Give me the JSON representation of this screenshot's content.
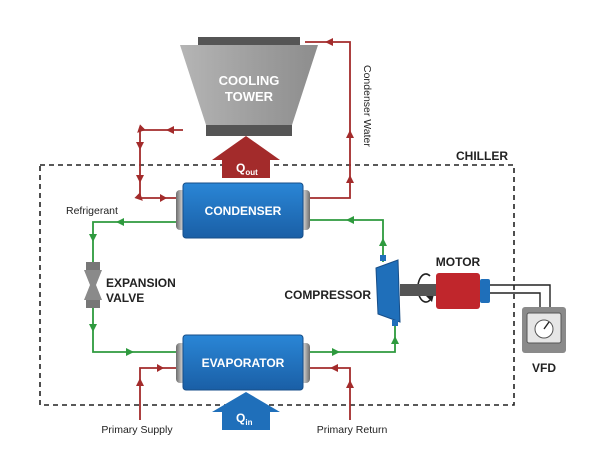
{
  "labels": {
    "cooling_tower_line1": "COOLING",
    "cooling_tower_line2": "TOWER",
    "condenser_water": "Condenser Water",
    "chiller": "CHILLER",
    "refrigerant": "Refrigerant",
    "condenser": "CONDENSER",
    "expansion_line1": "EXPANSION",
    "expansion_line2": "VALVE",
    "motor": "MOTOR",
    "compressor": "COMPRESSOR",
    "evaporator": "EVAPORATOR",
    "vfd": "VFD",
    "primary_supply": "Primary Supply",
    "primary_return": "Primary Return",
    "q_out_main": "Q",
    "q_out_sub": "out",
    "q_in_main": "Q",
    "q_in_sub": "in"
  },
  "colors": {
    "water": "#a32b2b",
    "refrigerant": "#2e9a3e",
    "hx_blue": "#1f6fba",
    "motor_red": "#c0262c",
    "tower_gray": "#9a9a9a",
    "dark": "#222222"
  }
}
